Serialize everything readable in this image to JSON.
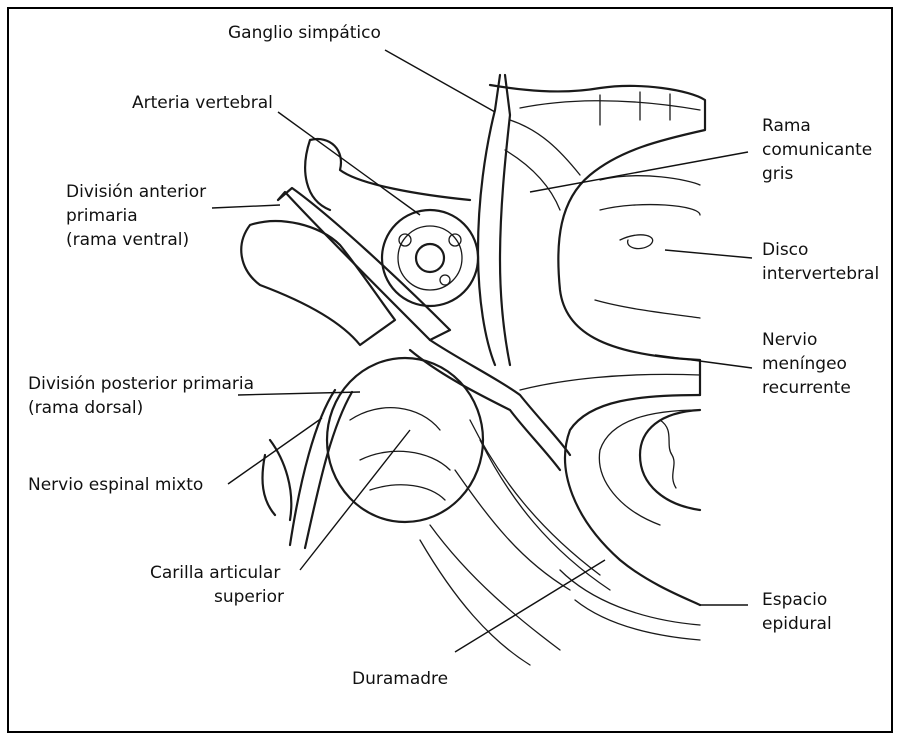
{
  "labels": {
    "ganglio": "Ganglio simpático",
    "arteria": "Arteria vertebral",
    "anterior1": "División anterior",
    "anterior2": "primaria",
    "anterior3": "(rama ventral)",
    "rama1": "Rama",
    "rama2": "comunicante",
    "rama3": "gris",
    "disco1": "Disco",
    "disco2": "intervertebral",
    "nervio1": "Nervio",
    "nervio2": "meníngeo",
    "nervio3": "recurrente",
    "posterior1": "División posterior primaria",
    "posterior2": "(rama dorsal)",
    "mixto": "Nervio espinal mixto",
    "carilla1": "Carilla articular",
    "carilla2": "superior",
    "espacio1": "Espacio",
    "espacio2": "epidural",
    "duramadre": "Duramadre"
  },
  "colors": {
    "ink": "#1a1a1a",
    "background": "#ffffff",
    "frame": "#000000"
  }
}
